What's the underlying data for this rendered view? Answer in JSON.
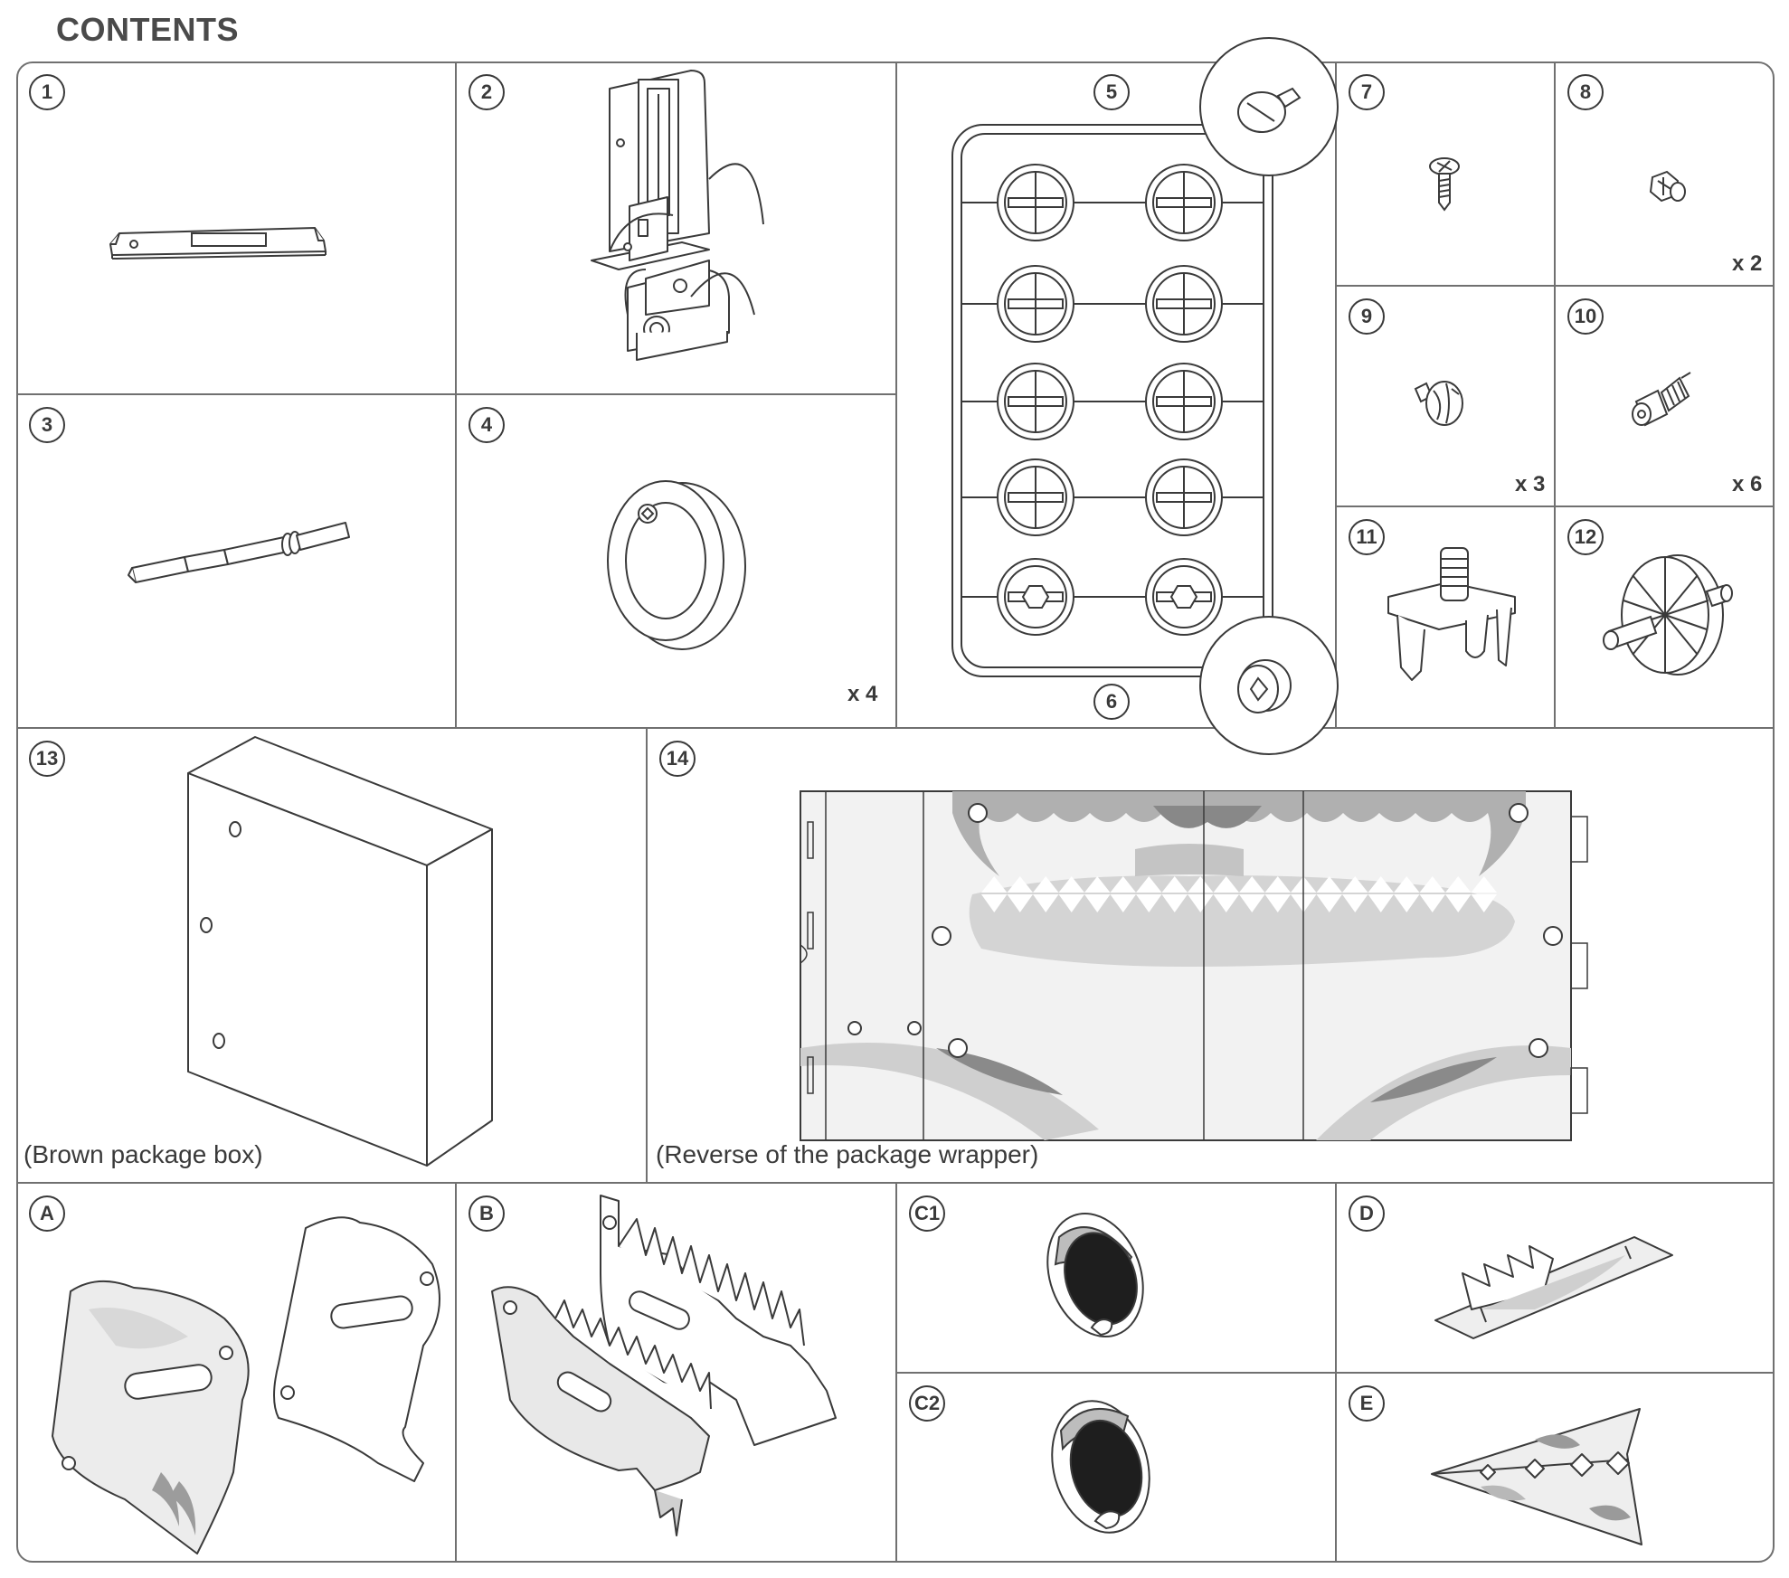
{
  "page": {
    "title": "CONTENTS"
  },
  "parts": {
    "p1": {
      "label": "1"
    },
    "p2": {
      "label": "2"
    },
    "p3": {
      "label": "3"
    },
    "p4": {
      "label": "4",
      "quantity": "x 4"
    },
    "p5": {
      "label": "5"
    },
    "p6": {
      "label": "6"
    },
    "p7": {
      "label": "7"
    },
    "p8": {
      "label": "8",
      "quantity": "x 2"
    },
    "p9": {
      "label": "9",
      "quantity": "x 3"
    },
    "p10": {
      "label": "10",
      "quantity": "x 6"
    },
    "p11": {
      "label": "11"
    },
    "p12": {
      "label": "12"
    },
    "p13": {
      "label": "13",
      "caption": "(Brown package box)"
    },
    "p14": {
      "label": "14",
      "caption": "(Reverse of the package wrapper)"
    },
    "pA": {
      "label": "A"
    },
    "pB": {
      "label": "B"
    },
    "pC1": {
      "label": "C1"
    },
    "pC2": {
      "label": "C2"
    },
    "pD": {
      "label": "D"
    },
    "pE": {
      "label": "E"
    }
  },
  "colors": {
    "line": "#3a3a3a",
    "light_fill": "#e6e6e6",
    "mid_fill": "#c8c8c8",
    "dark_fill": "#1e1e1e"
  }
}
